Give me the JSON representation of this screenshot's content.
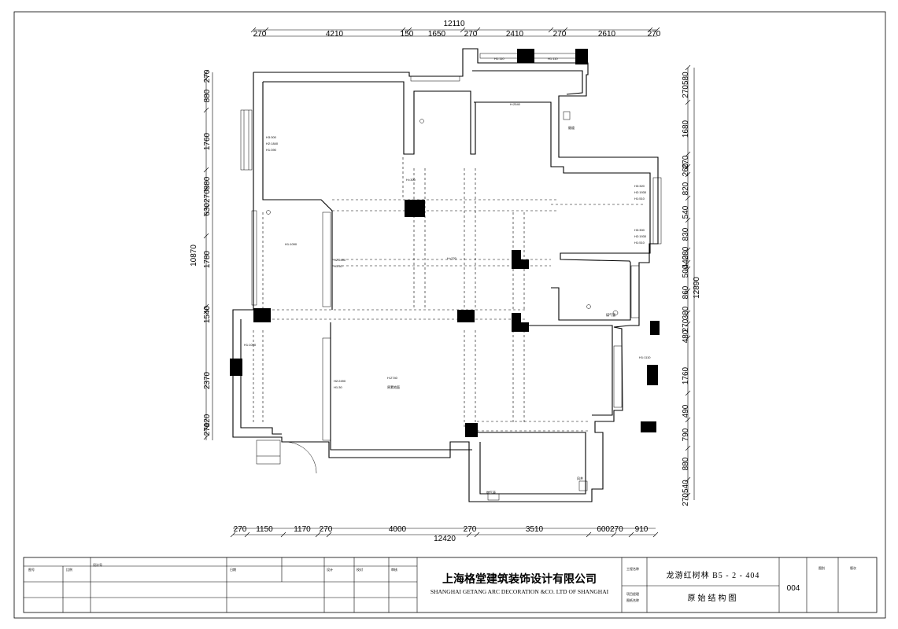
{
  "plan": {
    "name": "原始结构图"
  },
  "dimensions": {
    "top_total": "12110",
    "top_segments": [
      "270",
      "4210",
      "150",
      "1650",
      "270",
      "2410",
      "270",
      "2610",
      "270"
    ],
    "bottom_total": "12420",
    "bottom_segments": [
      "270",
      "1150",
      "1170",
      "270",
      "4000",
      "270",
      "3510",
      "600270",
      "910"
    ],
    "left_total": "10870",
    "left_segments": [
      "270",
      "880",
      "1760",
      "630270",
      "880",
      "1780",
      "1540",
      "2370",
      "270",
      "120"
    ],
    "right_total": "12890",
    "right_segments": [
      "270580",
      "1680",
      "270",
      "260",
      "820",
      "540",
      "830",
      "280",
      "440",
      "500",
      "860",
      "380",
      "270",
      "480",
      "1760",
      "490",
      "790",
      "880",
      "270540"
    ]
  },
  "room_notes": [
    "H3:300",
    "H2:1840",
    "H1:390",
    "H:2540",
    "H1:110",
    "H1:110",
    "H3:320",
    "H2:1930",
    "H1:510",
    "H3:300",
    "H2:1930",
    "H1:510",
    "H1:1090",
    "H2:2490",
    "H1:30",
    "H2:2490",
    "H1:30",
    "H:2740",
    "H1:1090",
    "H1:1110",
    "烟道",
    "煤气管",
    "原素地面",
    "燃气表",
    "风井",
    "H=300",
    "H=220"
  ],
  "title_block": {
    "company_cn": "上海格堂建筑装饰设计有限公司",
    "company_en": "SHANGHAI GETANG ARC DECORATION  &CO. LTD OF SHANGHAI",
    "project": "龙游红树林 B5 - 2 - 404",
    "drawing_title": "原始结构图",
    "drawing_no": "004",
    "small_labels": [
      "图号",
      "比例",
      "设计号",
      "日期",
      "设计",
      "校对",
      "审核",
      "项目经理",
      "工程名称",
      "图纸名称",
      "图别",
      "版次"
    ]
  }
}
